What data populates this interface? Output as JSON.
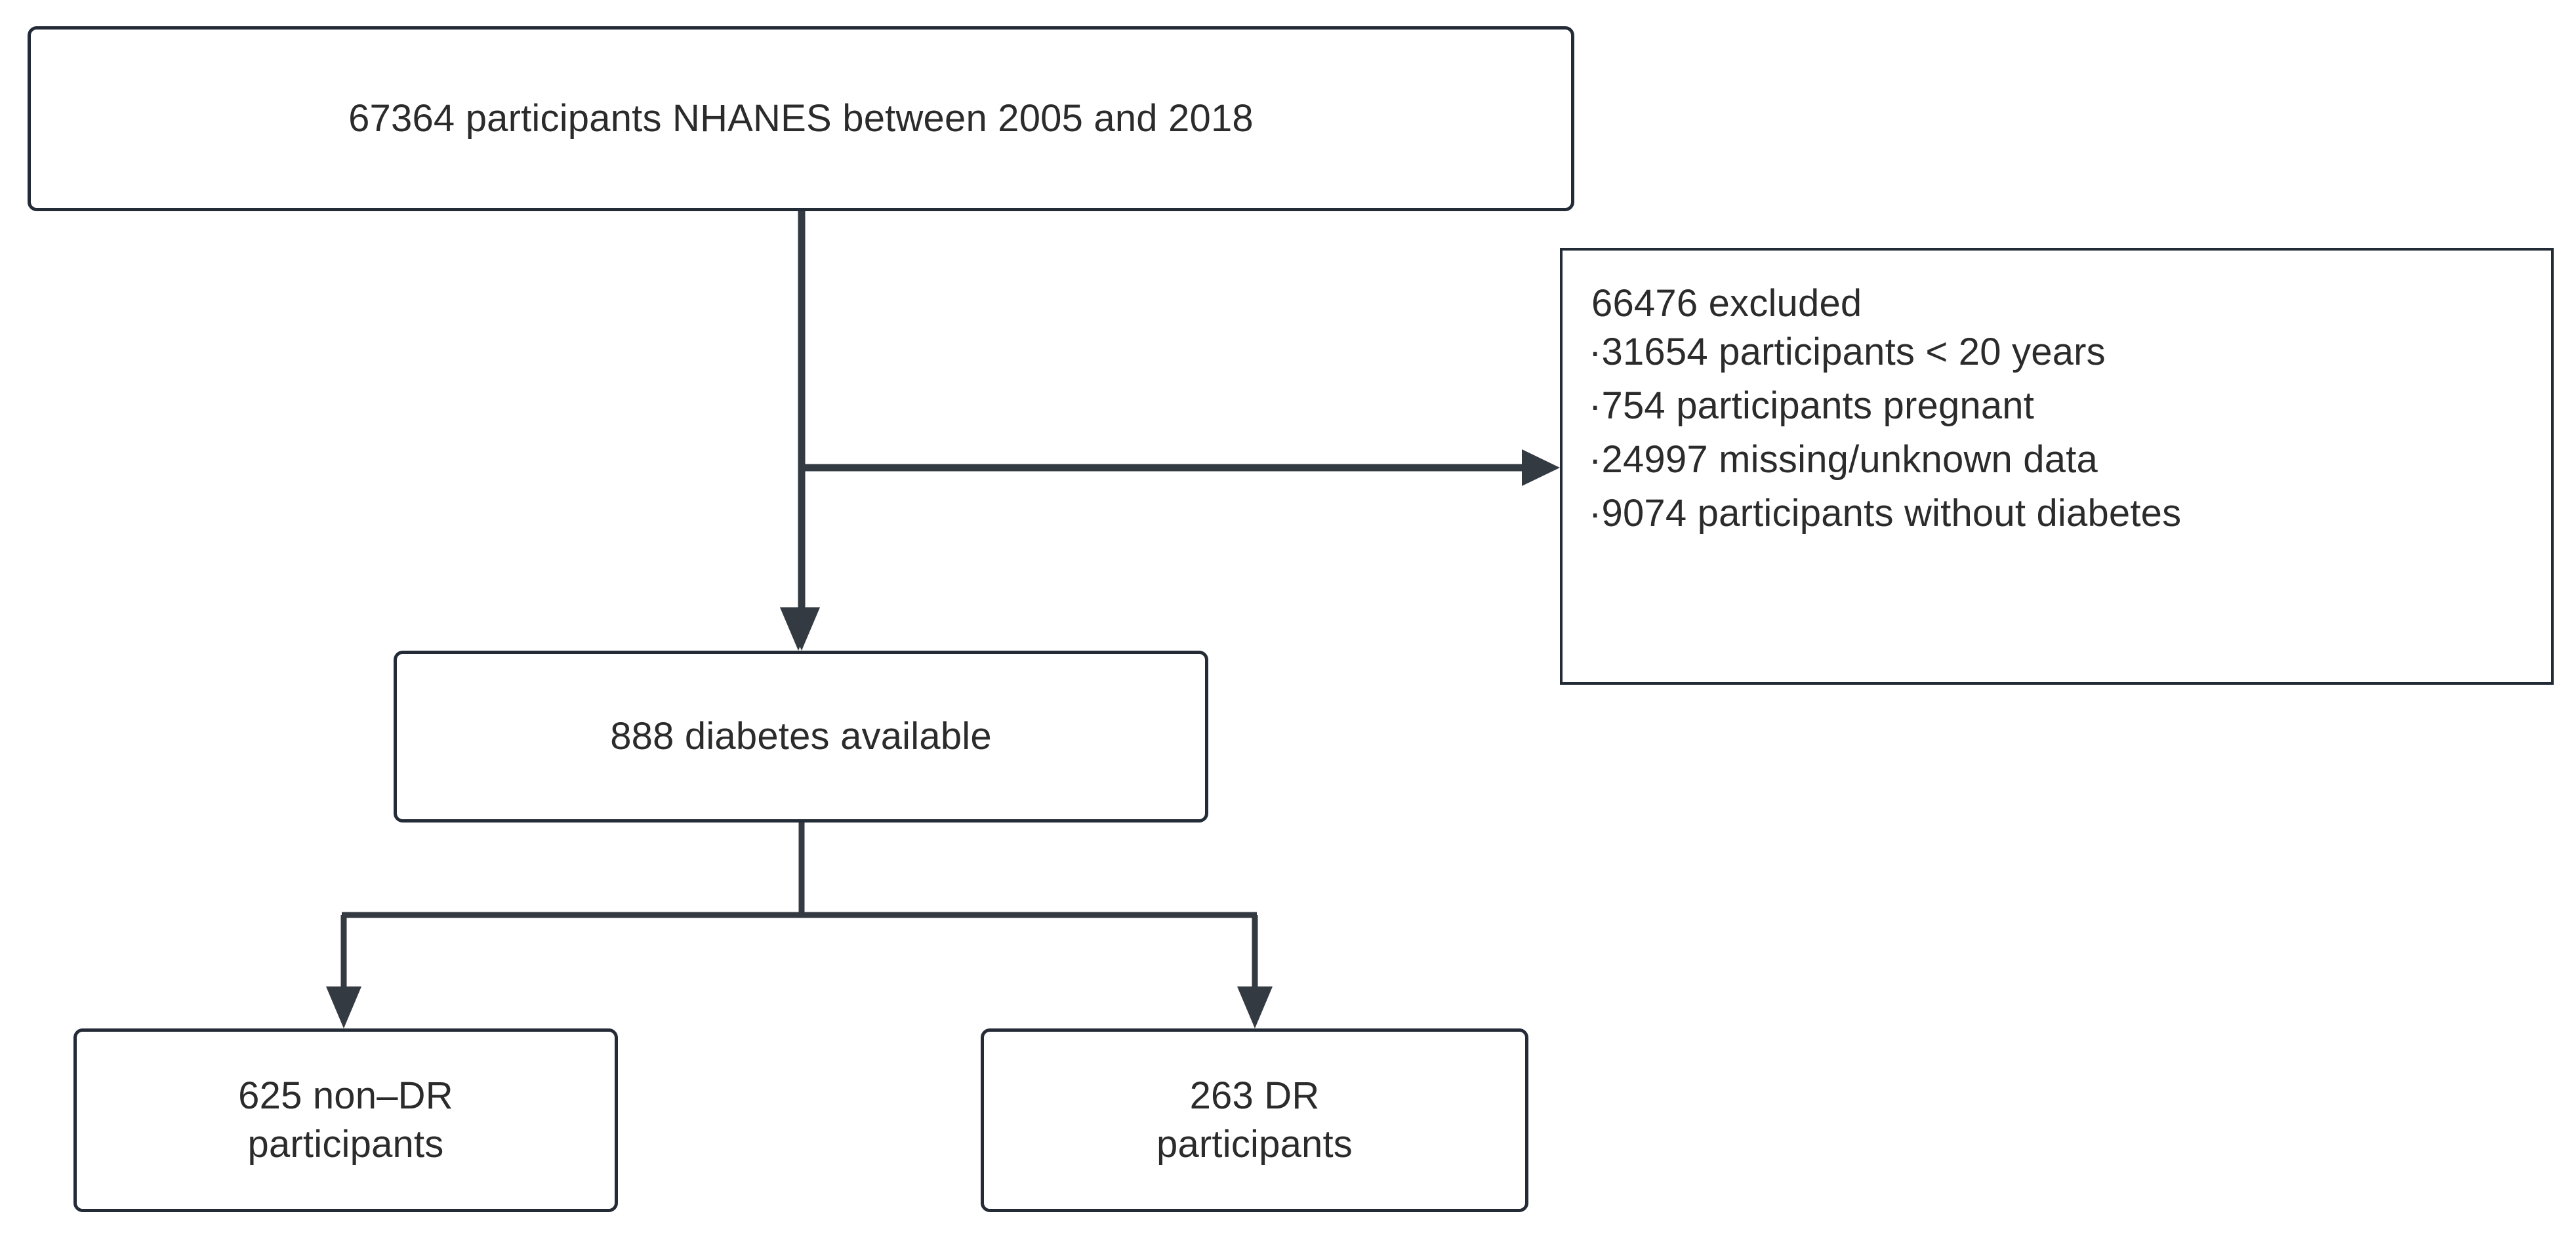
{
  "diagram": {
    "type": "study-participant-flowchart",
    "colors": {
      "stroke": "#232b36",
      "text": "#2b2b2b",
      "background": "#ffffff",
      "connector": "#333a41"
    },
    "nodes": {
      "total": {
        "id": "total-participants",
        "text": "67364 participants NHANES between 2005 and 2018",
        "count": 67364
      },
      "excluded": {
        "id": "excluded-participants",
        "heading": "66476 excluded",
        "count": 66476,
        "bullet": "·",
        "items": [
          {
            "text": "31654 participants < 20 years",
            "count": 31654
          },
          {
            "text": "754 participants pregnant",
            "count": 754
          },
          {
            "text": "24997 missing/unknown data",
            "count": 24997
          },
          {
            "text": "9074 participants without diabetes",
            "count": 9074
          }
        ]
      },
      "available": {
        "id": "diabetes-available",
        "text": "888 diabetes available",
        "count": 888
      },
      "non_dr": {
        "id": "non-dr-participants",
        "text": "625 non–DR\nparticipants",
        "count": 625
      },
      "dr": {
        "id": "dr-participants",
        "text": "263 DR\nparticipants",
        "count": 263
      }
    },
    "edges": [
      {
        "from": "total",
        "to": "available",
        "style": "straight-arrow-down"
      },
      {
        "from": "total",
        "to": "excluded",
        "style": "branch-arrow-right"
      },
      {
        "from": "available",
        "to": "non_dr",
        "style": "split-arrow-down-left"
      },
      {
        "from": "available",
        "to": "dr",
        "style": "split-arrow-down-right"
      }
    ]
  }
}
